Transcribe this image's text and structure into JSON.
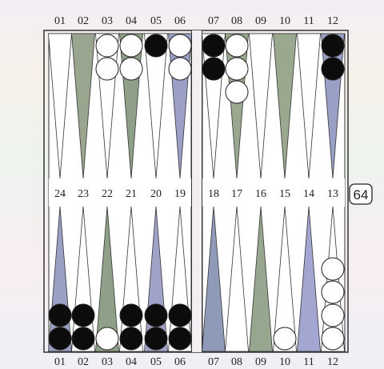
{
  "board": {
    "top_numbers": [
      "01",
      "02",
      "03",
      "04",
      "05",
      "06",
      "07",
      "08",
      "09",
      "10",
      "11",
      "12"
    ],
    "middle_numbers": [
      "24",
      "23",
      "22",
      "21",
      "20",
      "19",
      "18",
      "17",
      "16",
      "15",
      "14",
      "13"
    ],
    "bottom_numbers": [
      "01",
      "02",
      "03",
      "04",
      "05",
      "06",
      "07",
      "08",
      "09",
      "10",
      "11",
      "12"
    ],
    "doubling_cube": "64",
    "top_points": [
      {
        "label": "01",
        "fill": "#ffffff",
        "checkers": []
      },
      {
        "label": "02",
        "fill": "#9aa590",
        "checkers": []
      },
      {
        "label": "03",
        "fill": "#ffffff",
        "checkers": [
          "white",
          "white"
        ]
      },
      {
        "label": "04",
        "fill": "#8fa088",
        "checkers": [
          "white",
          "white"
        ]
      },
      {
        "label": "05",
        "fill": "#ffffff",
        "checkers": [
          "black"
        ]
      },
      {
        "label": "06",
        "fill": "#9c9fc6",
        "checkers": [
          "white",
          "white"
        ]
      },
      {
        "label": "07",
        "fill": "#ffffff",
        "checkers": [
          "black",
          "black"
        ]
      },
      {
        "label": "08",
        "fill": "#9aa890",
        "checkers": [
          "white",
          "white",
          "white"
        ]
      },
      {
        "label": "09",
        "fill": "#ffffff",
        "checkers": []
      },
      {
        "label": "10",
        "fill": "#9aa890",
        "checkers": []
      },
      {
        "label": "11",
        "fill": "#ffffff",
        "checkers": []
      },
      {
        "label": "12",
        "fill": "#9a9fc6",
        "checkers": [
          "black",
          "black"
        ]
      }
    ],
    "bottom_points": [
      {
        "label": "01",
        "fill": "#9aa0c4",
        "checkers": [
          "black",
          "black"
        ]
      },
      {
        "label": "02",
        "fill": "#ffffff",
        "checkers": [
          "black",
          "black"
        ]
      },
      {
        "label": "03",
        "fill": "#8fa088",
        "checkers": [
          "white"
        ]
      },
      {
        "label": "04",
        "fill": "#ffffff",
        "checkers": [
          "black",
          "black"
        ]
      },
      {
        "label": "05",
        "fill": "#a0a2c8",
        "checkers": [
          "black",
          "black"
        ]
      },
      {
        "label": "06",
        "fill": "#ffffff",
        "checkers": [
          "black",
          "black"
        ]
      },
      {
        "label": "07",
        "fill": "#8f9ab8",
        "checkers": []
      },
      {
        "label": "08",
        "fill": "#ffffff",
        "checkers": []
      },
      {
        "label": "09",
        "fill": "#97a68e",
        "checkers": []
      },
      {
        "label": "10",
        "fill": "#ffffff",
        "checkers": [
          "white"
        ]
      },
      {
        "label": "11",
        "fill": "#a2a6d0",
        "checkers": []
      },
      {
        "label": "12",
        "fill": "#ffffff",
        "checkers": [
          "white",
          "white",
          "white",
          "white"
        ]
      }
    ]
  }
}
